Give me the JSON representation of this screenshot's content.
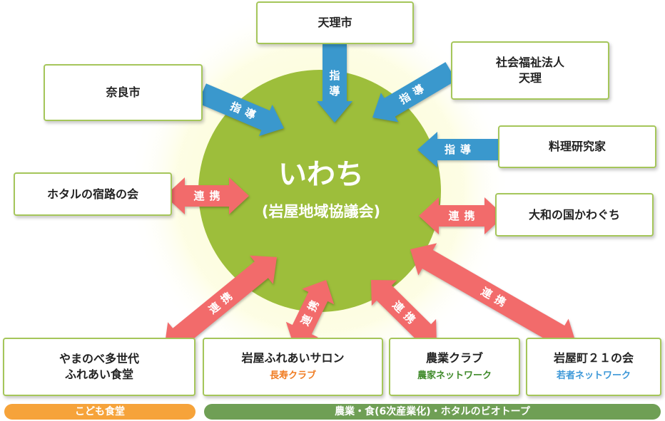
{
  "center": {
    "title": "いわち",
    "subtitle": "(岩屋地域協議会)"
  },
  "arrow_labels": {
    "guide_chars": [
      "指",
      "導"
    ],
    "link_chars": [
      "連",
      "携"
    ]
  },
  "colors": {
    "guide_arrow": "#3a98cd",
    "link_arrow": "#f26b6b",
    "circle": "#9dbe3b",
    "box_border": "#a5c65a",
    "bar_children": "#f6a33a",
    "bar_agri": "#6f9f55"
  },
  "boxes": {
    "tenri_city": {
      "lines": [
        "天理市"
      ]
    },
    "nara_city": {
      "lines": [
        "奈良市"
      ]
    },
    "welfare": {
      "lines": [
        "社会福祉法人",
        "天理"
      ]
    },
    "chef": {
      "lines": [
        "料理研究家"
      ]
    },
    "hotaru": {
      "lines": [
        "ホタルの宿路の会"
      ]
    },
    "yamato": {
      "lines": [
        "大和の国かわぐち"
      ]
    },
    "yamanobe": {
      "lines": [
        "やまのべ多世代",
        "ふれあい食堂"
      ]
    },
    "salon": {
      "lines": [
        "岩屋ふれあいサロン"
      ],
      "sub": "長寿クラブ",
      "sub_color": "#f07c22"
    },
    "agri_club": {
      "lines": [
        "農業クラブ"
      ],
      "sub": "農家ネットワーク",
      "sub_color": "#3f8a2a"
    },
    "iwaya21": {
      "lines": [
        "岩屋町２１の会"
      ],
      "sub": "若者ネットワーク",
      "sub_color": "#3d98d8"
    }
  },
  "bars": {
    "children": "こども食堂",
    "agri": "農業・食(6次産業化)・ホタルのビオトープ"
  }
}
